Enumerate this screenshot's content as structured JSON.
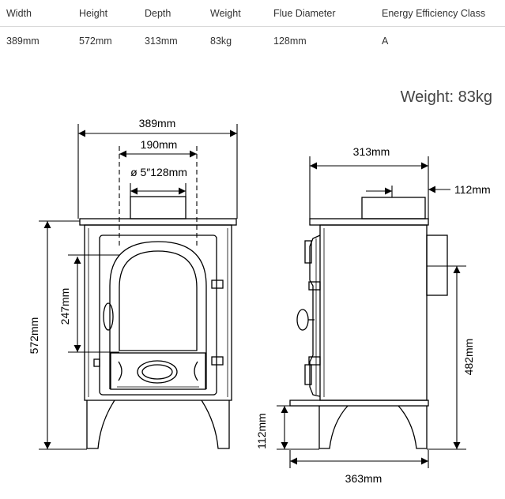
{
  "specs": {
    "headers": [
      "Width",
      "Height",
      "Depth",
      "Weight",
      "Flue Diameter",
      "Energy Efficiency Class"
    ],
    "values": [
      "389mm",
      "572mm",
      "313mm",
      "83kg",
      "128mm",
      "A"
    ]
  },
  "weight_label": "Weight: 83kg",
  "front_view": {
    "width": "389mm",
    "inner_width": "190mm",
    "flue_diameter": "ø 5″128mm",
    "height": "572mm",
    "door_height": "247mm"
  },
  "side_view": {
    "depth": "313mm",
    "flue_offset": "112mm",
    "flue_height": "482mm",
    "leg_height": "112mm",
    "base_depth": "363mm"
  }
}
